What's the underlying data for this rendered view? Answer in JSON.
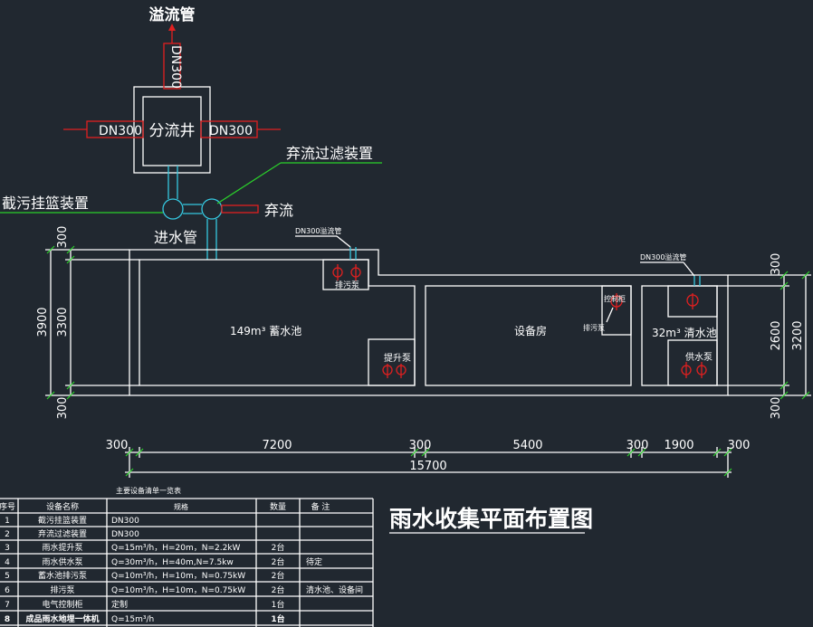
{
  "labels": {
    "overflow_pipe": "溢流管",
    "dn300_vertical": "DN300",
    "dn300_left": "DN300",
    "dn300_right": "DN300",
    "diversion_well": "分流井",
    "first_flush_filter": "弃流过滤装置",
    "basket_device": "截污挂篮装置",
    "discard_flow": "弃流",
    "inlet_pipe": "进水管",
    "dn300_overflow_mid": "DN300溢流管",
    "dn300_overflow_right": "DN300溢流管",
    "sewage_pump_top": "排污泵",
    "storage_tank": "149m³ 蓄水池",
    "lift_pump": "提升泵",
    "equipment_room": "设备房",
    "sewage_pump_room": "排污泵",
    "control_cabinet": "控制柜",
    "clear_tank": "32m³ 清水池",
    "supply_pump": "供水泵",
    "title": "雨水收集平面布置图",
    "table_caption": "主要设备清单一览表"
  },
  "dimensions": {
    "bottom": [
      "300",
      "7200",
      "300",
      "5400",
      "300",
      "1900",
      "300"
    ],
    "total": "15700",
    "left_outer": "3900",
    "left_inner": [
      "300",
      "3300",
      "300"
    ],
    "right_outer": "3200",
    "right_inner": [
      "300",
      "2600",
      "300"
    ]
  },
  "table": {
    "headers": [
      "序号",
      "设备名称",
      "规格",
      "数量",
      "备 注"
    ],
    "rows": [
      [
        "1",
        "截污挂篮装置",
        "DN300",
        "",
        ""
      ],
      [
        "2",
        "弃流过滤装置",
        "DN300",
        "",
        ""
      ],
      [
        "3",
        "雨水提升泵",
        "Q=15m³/h，H=20m，N=2.2kW",
        "2台",
        ""
      ],
      [
        "4",
        "雨水供水泵",
        "Q=30m³/h，H=40m,N=7.5kw",
        "2台",
        "待定"
      ],
      [
        "5",
        "蓄水池排污泵",
        "Q=10m³/h，H=10m，N=0.75kW",
        "2台",
        ""
      ],
      [
        "6",
        "排污泵",
        "Q=10m³/h，H=10m，N=0.75kW",
        "2台",
        "清水池、设备间"
      ],
      [
        "7",
        "电气控制柜",
        "定制",
        "1台",
        ""
      ],
      [
        "8",
        "成品雨水地埋一体机",
        "Q=15m³/h",
        "1台",
        ""
      ]
    ]
  }
}
